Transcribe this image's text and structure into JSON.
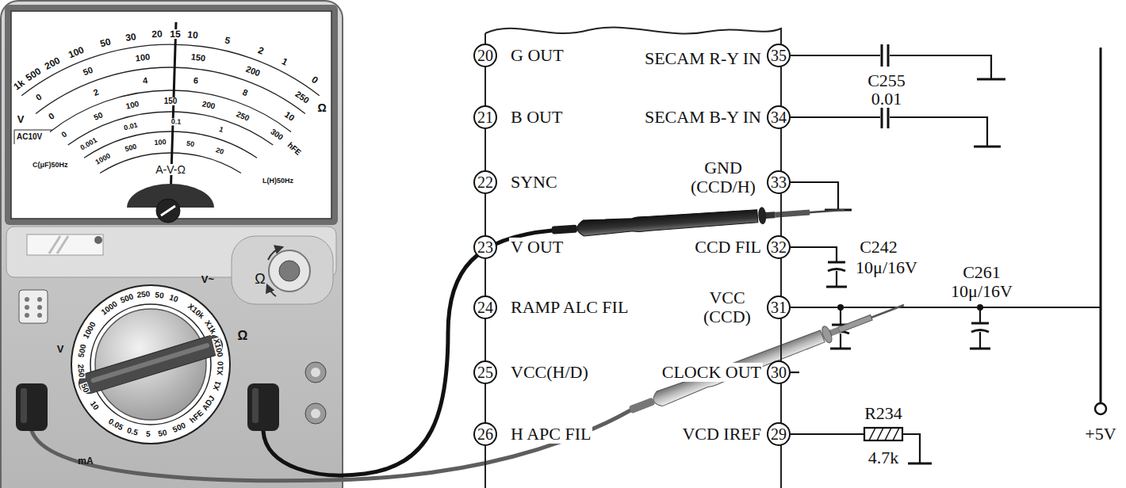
{
  "diagram": {
    "nodes": [
      {
        "text": [
          "G OUT",
          "SECAM R-Y IN",
          "B OUT",
          "SECAM B-Y IN",
          "SYNC",
          "GND (CCD/H)",
          "V OUT",
          "CCD FIL",
          "RAMP ALC FIL",
          "VCC (CCD)",
          "VCC(H/D)",
          "CLOCK OUT",
          "H APC FIL",
          "VCD IREF"
        ]
      },
      {
        "text": [
          "20"
        ],
        "in": 0
      },
      {
        "text": [
          "35"
        ],
        "in": 0
      },
      {
        "text": [
          "21"
        ],
        "in": 0
      },
      {
        "text": [
          "34"
        ],
        "in": 0
      },
      {
        "text": [
          "22"
        ],
        "in": 0
      },
      {
        "text": [
          "33"
        ],
        "in": 0
      },
      {
        "text": [
          "23"
        ],
        "in": 0
      },
      {
        "text": [
          "32"
        ],
        "in": 0
      },
      {
        "text": [
          "24"
        ],
        "in": 0
      },
      {
        "text": [
          "31"
        ],
        "in": 0
      },
      {
        "text": [
          "25"
        ],
        "in": 0
      },
      {
        "text": [
          "30"
        ],
        "in": 0
      },
      {
        "text": [
          "26"
        ],
        "in": 0
      },
      {
        "text": [
          "29"
        ],
        "in": 0
      }
    ],
    "labels": [
      "C255",
      "0.01",
      "C242",
      "10μ/16V",
      "C261",
      "10μ/16V",
      "R234",
      "4.7k",
      "+5V",
      "1k",
      "500",
      "200",
      "100",
      "50",
      "30",
      "20",
      "15",
      "10",
      "5",
      "2",
      "1",
      "0",
      "0",
      "50",
      "100",
      "150",
      "200",
      "250",
      "0",
      "2",
      "4",
      "6",
      "8",
      "10",
      "0",
      "50",
      "100",
      "150",
      "200",
      "250",
      "300",
      "hFE",
      "0.001",
      "0.01",
      "0.1",
      "1",
      "1000",
      "500",
      "100",
      "50",
      "20",
      "V",
      "AC10V",
      "C(μF)50Hz",
      "A-V-Ω",
      "L(H)50Hz",
      "Ω",
      "Ω",
      "1000",
      "500",
      "250",
      "50",
      "10",
      "V~",
      "X10k",
      "X1k",
      "X100",
      "X10",
      "X1",
      "Ω",
      "ADJ",
      "hFE",
      "500",
      "50",
      "5",
      "0.5",
      "0.05",
      "mA",
      "10",
      "50",
      "250",
      "500",
      "1000",
      "V"
    ]
  }
}
